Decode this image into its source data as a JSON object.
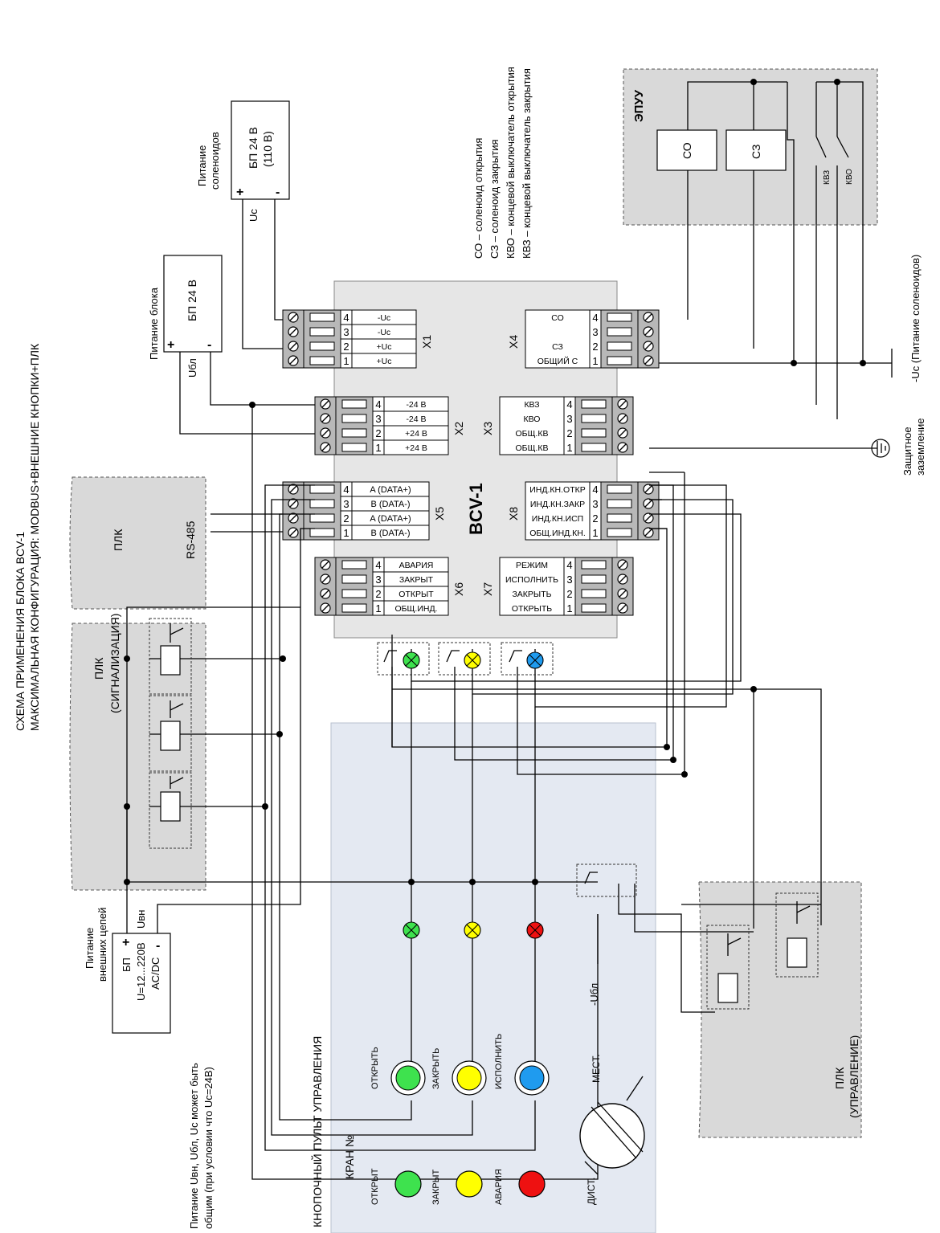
{
  "title_line1": "СХЕМА ПРИМЕНЕНИЯ БЛОКА BCV-1",
  "title_line2": "МАКСИМАЛЬНАЯ КОНФИГУРАЦИЯ: MODBUS+ВНЕШНИЕ КНОПКИ+ПЛК",
  "block_name": "BCV-1",
  "legend": [
    "СО – соленоид открытия",
    "СЗ – соленоид закрытия",
    "КВО – концевой выключатель открытия",
    "КВЗ – концевой выключатель закрытия"
  ],
  "psu_block": {
    "caption": "Питание блока",
    "name": "БП 24 В",
    "plus": "+",
    "minus": "-",
    "wire_label": "Uбл"
  },
  "psu_sol": {
    "caption1": "Питание",
    "caption2": "соленоидов",
    "name1": "БП 24 В",
    "name2": "(110 В)",
    "plus": "+",
    "minus": "-",
    "wire_label": "Uc"
  },
  "psu_ext": {
    "caption1": "Питание",
    "caption2": "внешних цепей",
    "l1": "БП",
    "l2": "U=12...220В",
    "l3": "AC/DC",
    "plus": "+",
    "minus": "-",
    "wire_label": "Uвн"
  },
  "psu_note": [
    "Питание Uвн, Uбл, Uc может быть",
    "общим (при условии что Uc=24В)"
  ],
  "epuu": {
    "title": "ЭПУУ",
    "so": "СО",
    "sz": "СЗ",
    "kvz": "КВЗ",
    "kvo": "КВО"
  },
  "uc_label": "-Uc (Питание соленоидов)",
  "ground_label": [
    "Защитное",
    "заземление"
  ],
  "plc_modbus": {
    "name": "ПЛК",
    "bus": "RS-485"
  },
  "plc_signal": {
    "l1": "ПЛК",
    "l2": "(СИГНАЛИЗАЦИЯ)"
  },
  "plc_control": {
    "l1": "ПЛК",
    "l2": "(УПРАВЛЕНИЕ)"
  },
  "ubl_minus": "-Uбл",
  "connectors": {
    "X1": {
      "name": "X1",
      "pins": [
        "-Uc",
        "-Uc",
        "+Uc",
        "+Uc"
      ]
    },
    "X2": {
      "name": "X2",
      "pins": [
        "-24 В",
        "-24 В",
        "+24 В",
        "+24 В"
      ]
    },
    "X5": {
      "name": "X5",
      "pins": [
        "A (DATA+)",
        "B (DATA-)",
        "A (DATA+)",
        "B (DATA-)"
      ]
    },
    "X6": {
      "name": "X6",
      "pins": [
        "АВАРИЯ",
        "ЗАКРЫТ",
        "ОТКРЫТ",
        "ОБЩ.ИНД."
      ]
    },
    "X4": {
      "name": "X4",
      "pins": [
        "СО",
        "",
        "СЗ",
        "ОБЩИЙ С"
      ]
    },
    "X3": {
      "name": "X3",
      "pins": [
        "КВЗ",
        "КВО",
        "ОБЩ.КВ",
        "ОБЩ.КВ"
      ]
    },
    "X8": {
      "name": "X8",
      "pins": [
        "ИНД.КН.ОТКР",
        "ИНД.КН.ЗАКР",
        "ИНД.КН.ИСП",
        "ОБЩ.ИНД.КН."
      ]
    },
    "X7": {
      "name": "X7",
      "pins": [
        "РЕЖИМ",
        "ИСПОЛНИТЬ",
        "ЗАКРЫТЬ",
        "ОТКРЫТЬ"
      ]
    }
  },
  "pins_num": [
    "4",
    "3",
    "2",
    "1"
  ],
  "console": {
    "title": "КНОПОЧНЫЙ ПУЛЬТ УПРАВЛЕНИЯ",
    "crane": "КРАН №",
    "lamps": [
      "ОТКРЫТ",
      "ЗАКРЫТ",
      "АВАРИЯ"
    ],
    "buttons": [
      "ОТКРЫТЬ",
      "ЗАКРЫТЬ",
      "ИСПОЛНИТЬ"
    ],
    "mest": "МЕСТ.",
    "dist": "ДИСТ."
  },
  "colors": {
    "green": "#3ee24e",
    "yellow": "#ffff00",
    "red": "#ee1111",
    "blue": "#1f9bef",
    "panel": "#e4e9f2",
    "grey": "#d9d9d9"
  }
}
